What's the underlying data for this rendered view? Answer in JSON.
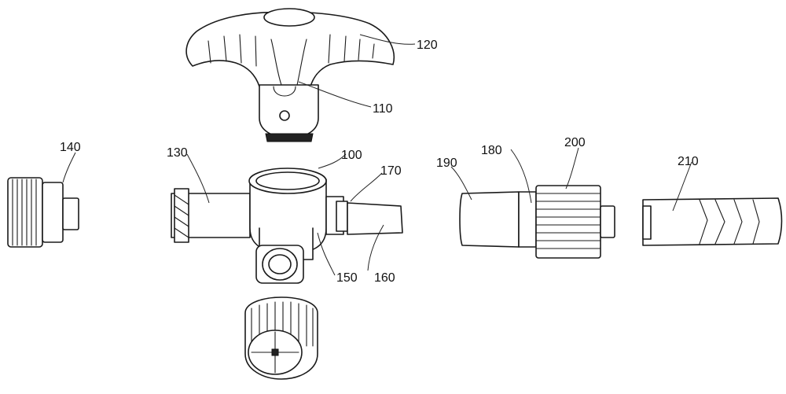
{
  "labels": {
    "l100": "100",
    "l110": "110",
    "l120": "120",
    "l130": "130",
    "l140": "140",
    "l150": "150",
    "l160": "160",
    "l170": "170",
    "l180": "180",
    "l190": "190",
    "l200": "200",
    "l210": "210"
  },
  "colors": {
    "line": "#1a1a1a",
    "background": "#ffffff"
  }
}
